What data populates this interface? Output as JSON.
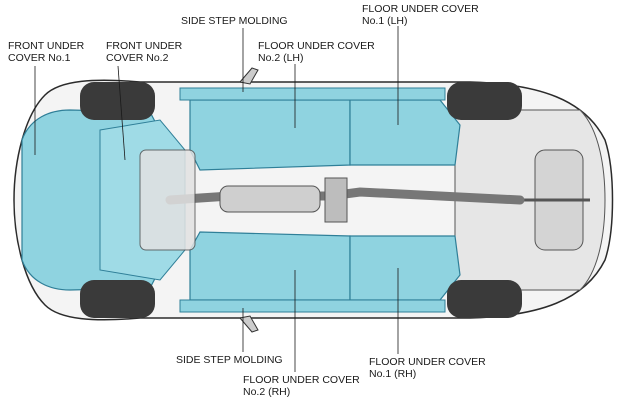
{
  "labels": {
    "front_under_cover_no1": [
      "FRONT UNDER",
      "COVER No.1"
    ],
    "front_under_cover_no2": [
      "FRONT UNDER",
      "COVER No.2"
    ],
    "side_step_molding_top": "SIDE STEP MOLDING",
    "floor_under_cover_no2_lh": [
      "FLOOR UNDER COVER",
      "No.2 (LH)"
    ],
    "floor_under_cover_no1_lh": [
      "FLOOR UNDER COVER",
      "No.1 (LH)"
    ],
    "side_step_molding_bottom": "SIDE STEP MOLDING",
    "floor_under_cover_no2_rh": [
      "FLOOR UNDER COVER",
      "No.2 (RH)"
    ],
    "floor_under_cover_no1_rh": [
      "FLOOR UNDER COVER",
      "No.1 (RH)"
    ]
  },
  "colors": {
    "cover_fill": "#8fd3e0",
    "cover_stroke": "#2f7f98",
    "body_line": "#2b2b2b",
    "tire": "#3a3a3a"
  }
}
